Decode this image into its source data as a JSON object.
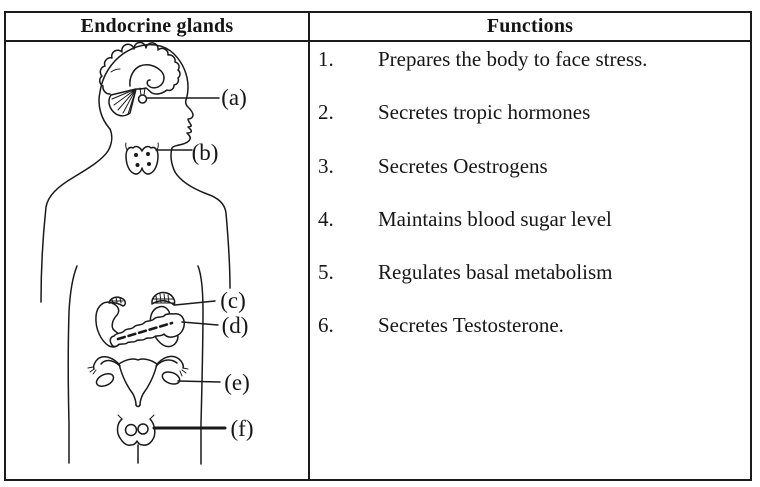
{
  "colors": {
    "ink": "#1a1a1a",
    "paper": "#ffffff"
  },
  "table": {
    "header": {
      "glands": "Endocrine glands",
      "functions": "Functions"
    }
  },
  "diagram": {
    "labels": [
      {
        "text": "(a)"
      },
      {
        "text": "(b)"
      },
      {
        "text": "(c)"
      },
      {
        "text": "(d)"
      },
      {
        "text": "(e)"
      },
      {
        "text": "(f)"
      }
    ]
  },
  "functions": {
    "items": [
      {
        "number": "1.",
        "text": "Prepares the body to face stress."
      },
      {
        "number": "2.",
        "text": "Secretes tropic hormones"
      },
      {
        "number": "3.",
        "text": "Secretes Oestrogens"
      },
      {
        "number": "4.",
        "text": "Maintains blood sugar level"
      },
      {
        "number": "5.",
        "text": "Regulates basal metabolism"
      },
      {
        "number": "6.",
        "text": "Secretes Testosterone."
      }
    ]
  }
}
